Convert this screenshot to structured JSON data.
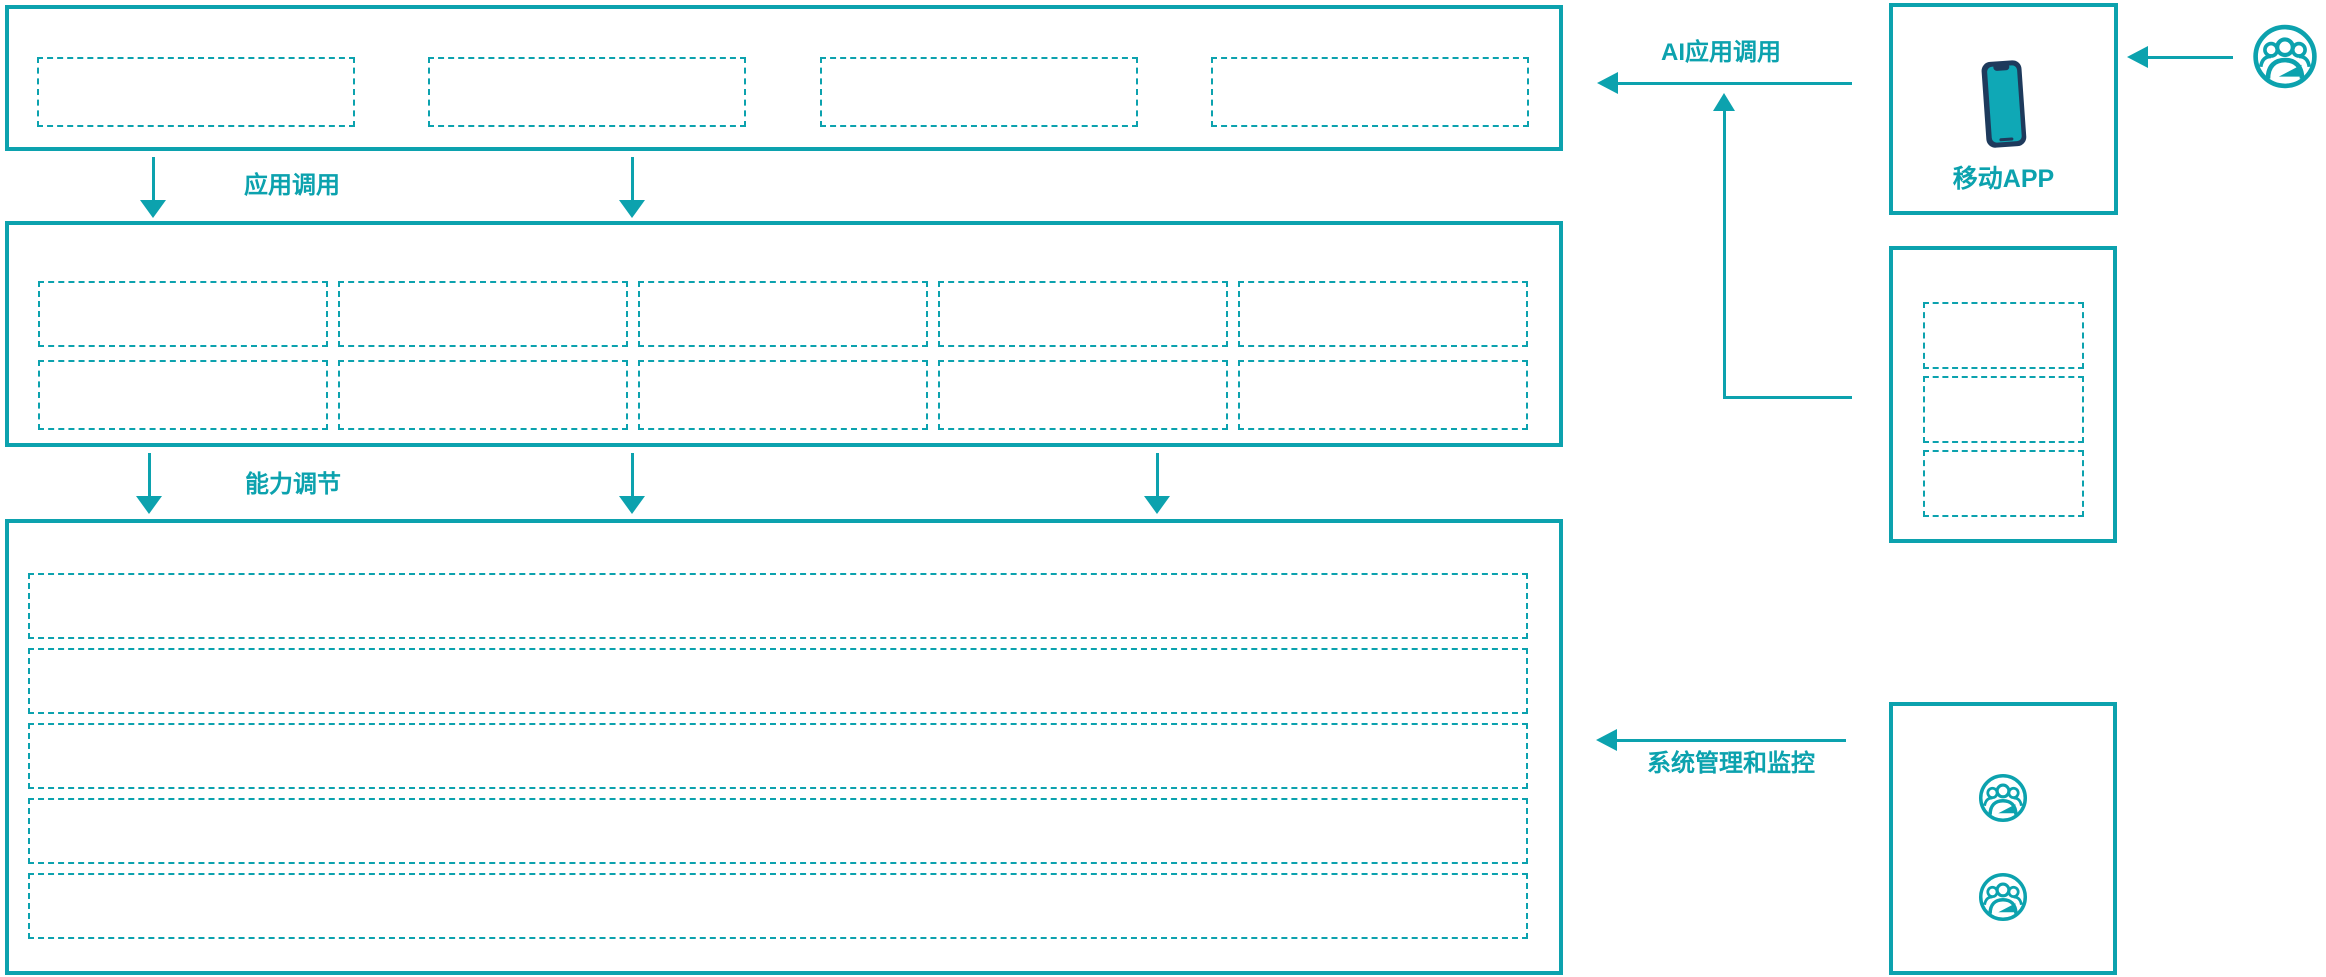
{
  "colors": {
    "line_teal": "#0CA2AE",
    "phone_frame": "#1E3A5C",
    "phone_screen": "#0FA8B6",
    "background": "#FFFFFF"
  },
  "labels": {
    "app_call": "应用调用",
    "capability_adjust": "能力调节",
    "ai_app_call": "AI应用调用",
    "system_management": "系统管理和监控",
    "mobile_app": "移动APP"
  },
  "icons": {
    "mobile_app_box": "smartphone-icon",
    "top_right": "users-icon",
    "admin_box_first": "users-icon",
    "admin_box_second": "users-icon"
  },
  "structure": {
    "top_layer_placeholders": 4,
    "middle_layer_rows": 2,
    "middle_layer_cols": 5,
    "bottom_layer_rows": 5,
    "device_panel_placeholders": 3,
    "admin_panel_user_icons": 2
  }
}
